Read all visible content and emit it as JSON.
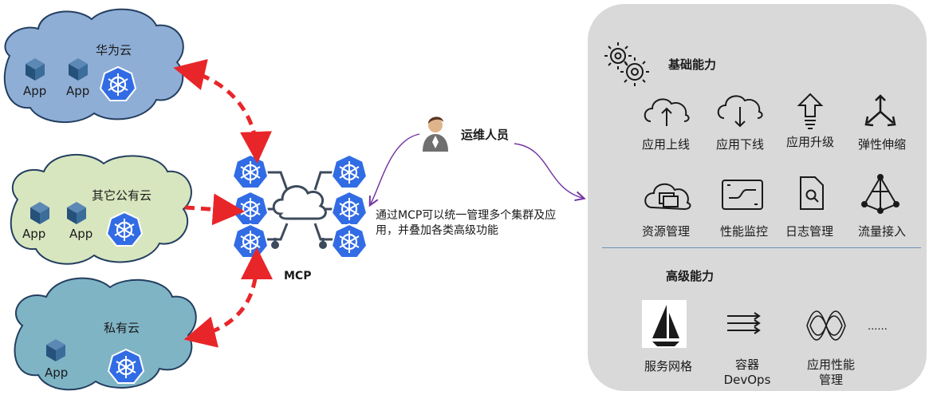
{
  "clouds": {
    "huawei": {
      "label": "华为云",
      "apps": [
        "App",
        "App"
      ]
    },
    "other_public": {
      "label": "其它公有云",
      "apps": [
        "App",
        "App"
      ]
    },
    "private": {
      "label": "私有云",
      "apps": [
        "App"
      ]
    }
  },
  "mcp": {
    "label": "MCP"
  },
  "operator": {
    "label": "运维人员",
    "note_line1": "通过MCP可以统一管理多个集群及应",
    "note_line2": "用，并叠加各类高级功能"
  },
  "basic": {
    "title": "基础能力",
    "items": [
      "应用上线",
      "应用下线",
      "应用升级",
      "弹性伸缩",
      "资源管理",
      "性能监控",
      "日志管理",
      "流量接入"
    ]
  },
  "advanced": {
    "title": "高级能力",
    "items": [
      {
        "line1": "服务网格",
        "line2": ""
      },
      {
        "line1": "容器",
        "line2": "DevOps"
      },
      {
        "line1": "应用性能",
        "line2": "管理"
      }
    ],
    "more": "......"
  },
  "colors": {
    "cloud_blue": "#8eaed6",
    "cloud_green": "#d8e6bf",
    "cloud_teal": "#7fb4c5",
    "k8s_blue": "#326ce5",
    "arrow_red": "#e8262a",
    "arrow_purple": "#7030a0",
    "panel_grey": "#d9d9d9"
  }
}
